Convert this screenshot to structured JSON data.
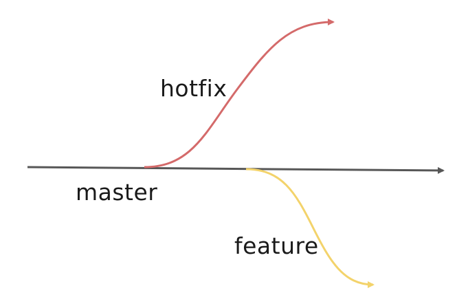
{
  "branches": {
    "master": {
      "label": "master",
      "color": "#575757"
    },
    "hotfix": {
      "label": "hotfix",
      "color": "#d46a6a"
    },
    "feature": {
      "label": "feature",
      "color": "#f3d36b"
    }
  }
}
